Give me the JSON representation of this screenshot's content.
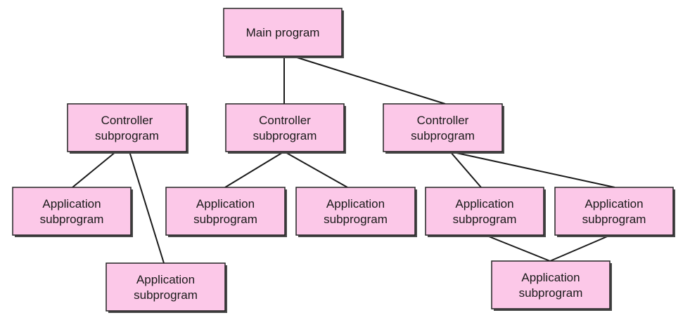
{
  "diagram": {
    "colors": {
      "node_fill": "#fcc8e8",
      "node_border": "#222222",
      "edge": "#1a1a1a"
    },
    "nodes": [
      {
        "id": "main",
        "lines": [
          "Main program"
        ]
      },
      {
        "id": "ctrl1",
        "lines": [
          "Controller",
          "subprogram"
        ]
      },
      {
        "id": "ctrl2",
        "lines": [
          "Controller",
          "subprogram"
        ]
      },
      {
        "id": "ctrl3",
        "lines": [
          "Controller",
          "subprogram"
        ]
      },
      {
        "id": "app1",
        "lines": [
          "Application",
          "subprogram"
        ]
      },
      {
        "id": "app2",
        "lines": [
          "Application",
          "subprogram"
        ]
      },
      {
        "id": "app3",
        "lines": [
          "Application",
          "subprogram"
        ]
      },
      {
        "id": "app4",
        "lines": [
          "Application",
          "subprogram"
        ]
      },
      {
        "id": "app5",
        "lines": [
          "Application",
          "subprogram"
        ]
      },
      {
        "id": "app6",
        "lines": [
          "Application",
          "subprogram"
        ]
      },
      {
        "id": "app7",
        "lines": [
          "Application",
          "subprogram"
        ]
      }
    ],
    "edges": [
      {
        "from": "main",
        "to": "ctrl2"
      },
      {
        "from": "main",
        "to": "ctrl3"
      },
      {
        "from": "ctrl1",
        "to": "app1"
      },
      {
        "from": "ctrl1",
        "to": "app2"
      },
      {
        "from": "ctrl2",
        "to": "app3"
      },
      {
        "from": "ctrl2",
        "to": "app4"
      },
      {
        "from": "ctrl3",
        "to": "app5"
      },
      {
        "from": "ctrl3",
        "to": "app6"
      },
      {
        "from": "app5",
        "to": "app7"
      },
      {
        "from": "app6",
        "to": "app7"
      }
    ]
  }
}
